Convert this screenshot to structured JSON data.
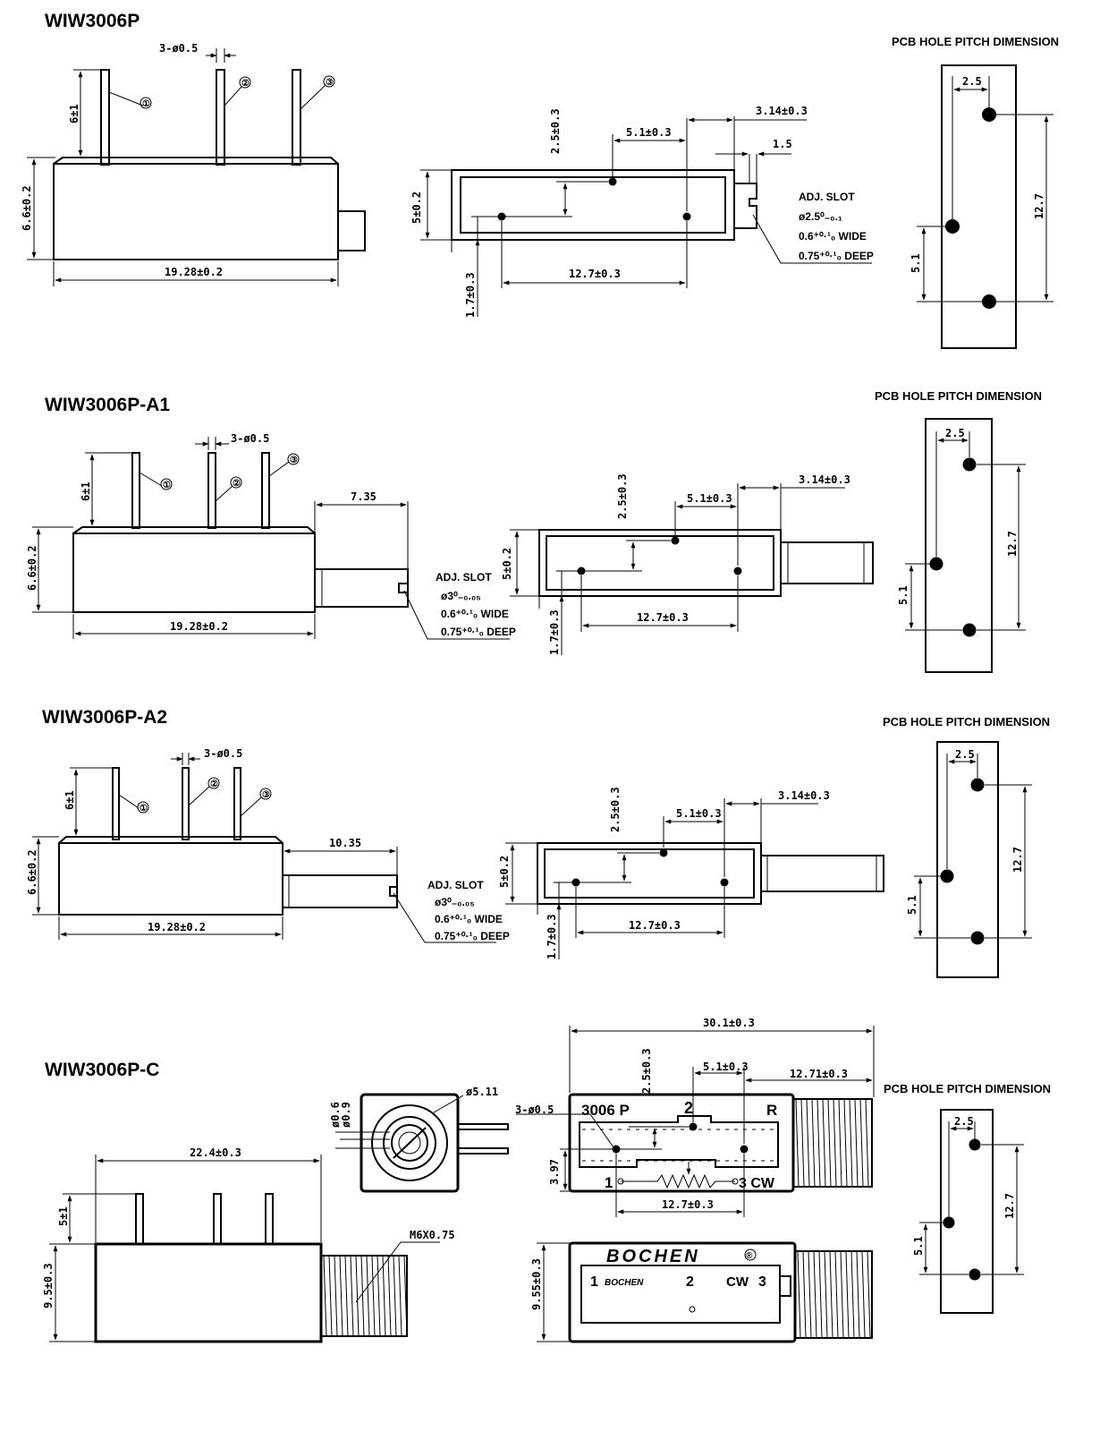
{
  "variants": [
    {
      "title": "WIW3006P",
      "pcb_title": "PCB HOLE PITCH DIMENSION",
      "side_dims": {
        "pin_dia": "3-ø0.5",
        "pin_len": "6±1",
        "height": "6.6±0.2",
        "length": "19.28±0.2"
      },
      "pin_numbers": [
        "①",
        "②",
        "③"
      ],
      "top_dims": {
        "offset_y": "2.5±0.3",
        "pitch_23": "5.1±0.3",
        "shaft_pos": "3.14±0.3",
        "slot_w": "1.5",
        "width": "5±0.2",
        "edge": "1.7±0.3",
        "pitch_13": "12.7±0.3"
      },
      "slot": {
        "label": "ADJ. SLOT",
        "dia": "ø2.5⁰₋₀.₁",
        "wide": "0.6⁺⁰·¹₀  WIDE",
        "deep": "0.75⁺⁰·¹₀  DEEP"
      },
      "pcb_dims": {
        "pitch_x": "2.5",
        "pitch_y": "12.7",
        "pitch_y2": "5.1"
      }
    },
    {
      "title": "WIW3006P-A1",
      "pcb_title": "PCB HOLE PITCH DIMENSION",
      "side_dims": {
        "pin_dia": "3-ø0.5",
        "pin_len": "6±1",
        "height": "6.6±0.2",
        "length": "19.28±0.2",
        "shaft_len": "7.35"
      },
      "pin_numbers": [
        "①",
        "②",
        "③"
      ],
      "top_dims": {
        "offset_y": "2.5±0.3",
        "pitch_23": "5.1±0.3",
        "shaft_pos": "3.14±0.3",
        "width": "5±0.2",
        "edge": "1.7±0.3",
        "pitch_13": "12.7±0.3"
      },
      "slot": {
        "label": "ADJ. SLOT",
        "dia": "ø3⁰₋₀.₀₅",
        "wide": "0.6⁺⁰·¹₀  WIDE",
        "deep": "0.75⁺⁰·¹₀  DEEP"
      },
      "pcb_dims": {
        "pitch_x": "2.5",
        "pitch_y": "12.7",
        "pitch_y2": "5.1"
      }
    },
    {
      "title": "WIW3006P-A2",
      "pcb_title": "PCB HOLE PITCH DIMENSION",
      "side_dims": {
        "pin_dia": "3-ø0.5",
        "pin_len": "6±1",
        "height": "6.6±0.2",
        "length": "19.28±0.2",
        "shaft_len": "10.35"
      },
      "pin_numbers": [
        "①",
        "②",
        "③"
      ],
      "top_dims": {
        "offset_y": "2.5±0.3",
        "pitch_23": "5.1±0.3",
        "shaft_pos": "3.14±0.3",
        "width": "5±0.2",
        "edge": "1.7±0.3",
        "pitch_13": "12.7±0.3"
      },
      "slot": {
        "label": "ADJ. SLOT",
        "dia": "ø3⁰₋₀.₀₅",
        "wide": "0.6⁺⁰·¹₀  WIDE",
        "deep": "0.75⁺⁰·¹₀  DEEP"
      },
      "pcb_dims": {
        "pitch_x": "2.5",
        "pitch_y": "12.7",
        "pitch_y2": "5.1"
      }
    },
    {
      "title": "WIW3006P-C",
      "pcb_title": "PCB HOLE PITCH DIMENSION",
      "side_dims": {
        "length": "22.4±0.3",
        "pin_len": "5±1",
        "height": "9.5±0.3",
        "thread": "M6X0.75"
      },
      "end_dims": {
        "d1": "ø0.6",
        "d2": "ø0.9",
        "d3": "ø5.11"
      },
      "top_dims": {
        "overall": "30.1±0.3",
        "offset_y": "2.5±0.3",
        "pitch_23": "5.1±0.3",
        "shaft_pos": "12.71±0.3",
        "pin_dia": "3-ø0.5",
        "width": "3.97",
        "pitch_13": "12.7±0.3"
      },
      "marking_top": {
        "part": "3006  P",
        "pin2": "2",
        "r": "R",
        "pin1": "1",
        "pin3": "3 CW"
      },
      "bottom_dims": {
        "height": "9.55±0.3"
      },
      "marking_bottom": {
        "brand": "BOCHEN",
        "reg": "®",
        "pin1": "1",
        "brand_small": "BOCHEN",
        "pin2": "2",
        "cw": "CW",
        "pin3": "3"
      },
      "pcb_dims": {
        "pitch_x": "2.5",
        "pitch_y": "12.7",
        "pitch_y2": "5.1"
      }
    }
  ]
}
